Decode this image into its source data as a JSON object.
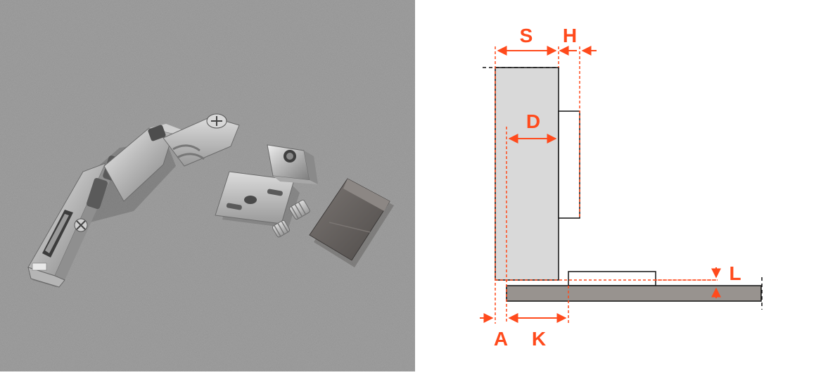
{
  "colors": {
    "accent": "#ff4a1c",
    "panel_fill": "#d9d9d9",
    "door_fill": "#98938f",
    "outline": "#111111",
    "photo_background": "#8c8c8c"
  },
  "diagram": {
    "labels": {
      "S": "S",
      "H": "H",
      "D": "D",
      "L": "L",
      "A": "A",
      "K": "K"
    }
  }
}
